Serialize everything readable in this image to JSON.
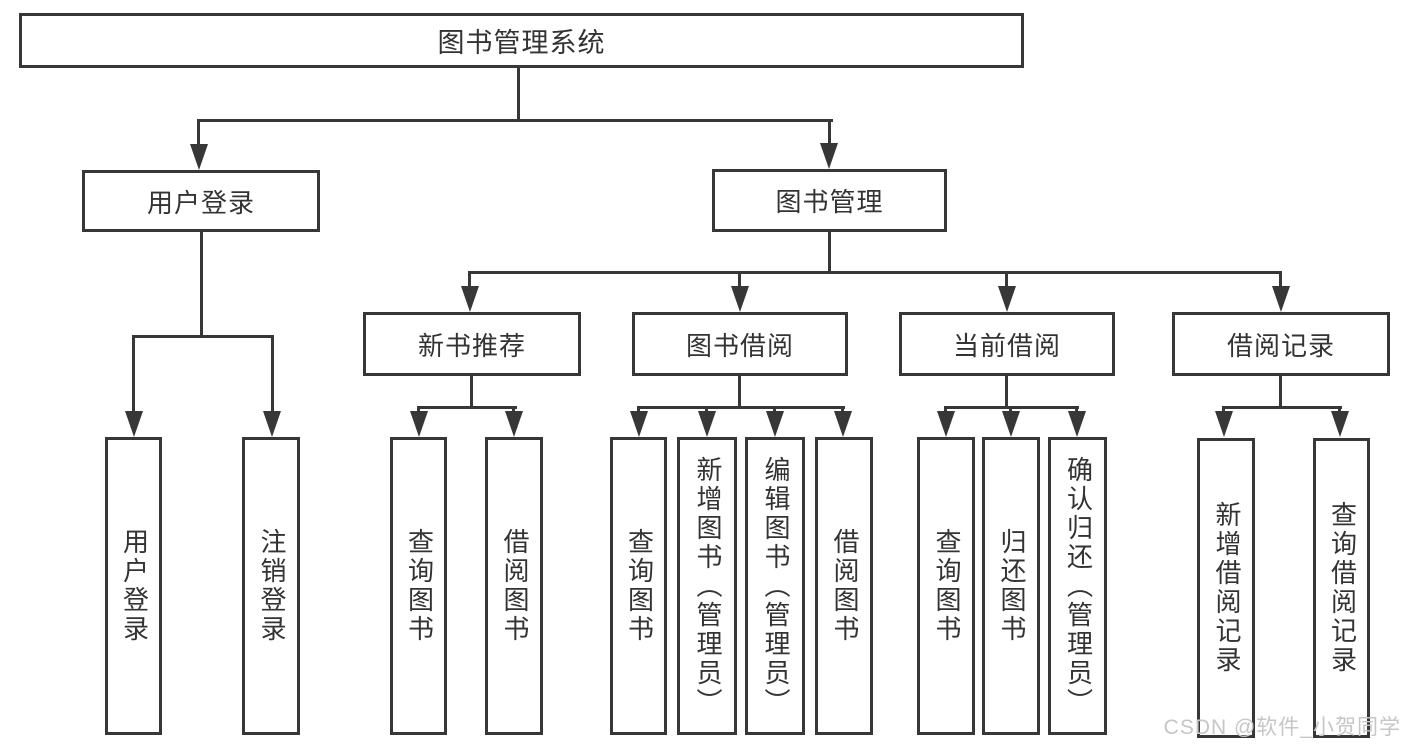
{
  "tree": {
    "root": {
      "label": "图书管理系统"
    },
    "branches": [
      {
        "label": "用户登录",
        "children": [
          {
            "label": "用户登录"
          },
          {
            "label": "注销登录"
          }
        ]
      },
      {
        "label": "图书管理",
        "children": [
          {
            "label": "新书推荐",
            "children": [
              {
                "label": "查询图书"
              },
              {
                "label": "借阅图书"
              }
            ]
          },
          {
            "label": "图书借阅",
            "children": [
              {
                "label": "查询图书"
              },
              {
                "label": "新增图书（管理员）"
              },
              {
                "label": "编辑图书（管理员）"
              },
              {
                "label": "借阅图书"
              }
            ]
          },
          {
            "label": "当前借阅",
            "children": [
              {
                "label": "查询图书"
              },
              {
                "label": "归还图书"
              },
              {
                "label": "确认归还（管理员）"
              }
            ]
          },
          {
            "label": "借阅记录",
            "children": [
              {
                "label": "新增借阅记录"
              },
              {
                "label": "查询借阅记录"
              }
            ]
          }
        ]
      }
    ]
  },
  "watermark": {
    "text": "CSDN @软件_小贺同学"
  },
  "colors": {
    "line": "#373737",
    "text": "#333333",
    "bg": "#ffffff",
    "watermark": "#c6c6c6"
  }
}
